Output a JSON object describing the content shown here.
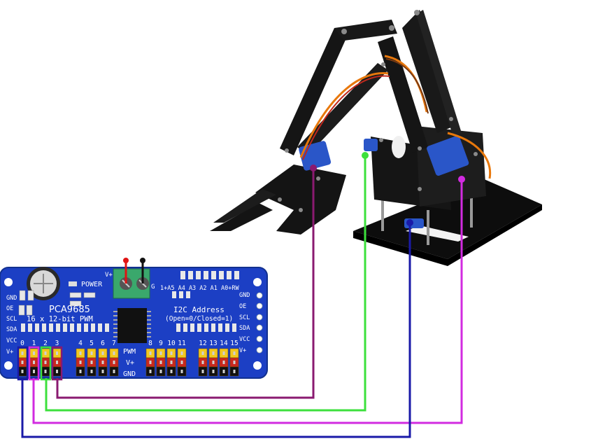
{
  "board": {
    "name": "PCA9685",
    "subtitle": "16 x 12-bit PWM",
    "power_label": "POWER",
    "terminal_vplus": "V+",
    "terminal_gnd": "G",
    "left_pins": [
      "GND",
      "OE",
      "SCL",
      "SDA",
      "VCC",
      "V+"
    ],
    "right_pins": [
      "GND",
      "OE",
      "SCL",
      "SDA",
      "VCC",
      "V+"
    ],
    "address_pins": "1+A5 A4 A3 A2 A1 A0+RW",
    "i2c_title": "I2C Address",
    "i2c_note": "(Open=0/Closed=1)",
    "channels": [
      "0",
      "1",
      "2",
      "3",
      "4",
      "5",
      "6",
      "7",
      "8",
      "9",
      "10",
      "11",
      "12",
      "13",
      "14",
      "15"
    ],
    "row_labels": [
      "PWM",
      "V+",
      "GND"
    ]
  },
  "wires": [
    {
      "channel": "0",
      "color": "#1a1aa8"
    },
    {
      "channel": "1",
      "color": "#d22be0"
    },
    {
      "channel": "2",
      "color": "#3ce03c"
    },
    {
      "channel": "3",
      "color": "#8a1a70"
    }
  ],
  "colors": {
    "pcb": "#1c3fc4",
    "pcb_edge": "#12308f",
    "arm": "#151515",
    "servo": "#2a56c8",
    "terminal": "#3aa86c",
    "header_yellow": "#f2c81e",
    "header_red": "#c8281e",
    "header_black": "#111111",
    "power_red": "#e01414"
  }
}
